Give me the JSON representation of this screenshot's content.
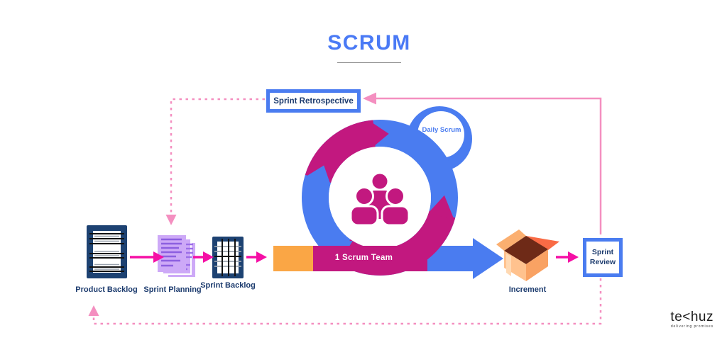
{
  "title": "SCRUM",
  "nodes": {
    "sprint_retrospective": "Sprint Retrospective",
    "sprint_review": "Sprint Review",
    "product_backlog": "Product Backlog",
    "sprint_planning": "Sprint Planning",
    "sprint_backlog": "Sprint Backlog",
    "increment": "Increment",
    "scrum_team": "1 Scrum Team",
    "daily_scrum": "Daily Scrum"
  },
  "logo": {
    "brand": "te<huz",
    "tagline": "delivering promises"
  },
  "colors": {
    "title_blue": "#4A7AF5",
    "ring_blue": "#4A7CF0",
    "ring_magenta": "#C2187F",
    "band_orange": "#FAA645",
    "arrow_pink": "#F50FA5",
    "feedback_pink": "#F48FC0",
    "navy_text": "#1C3B6E",
    "box_inside_brown": "#6E2A17",
    "notes_purple": "#CDA9F7"
  }
}
